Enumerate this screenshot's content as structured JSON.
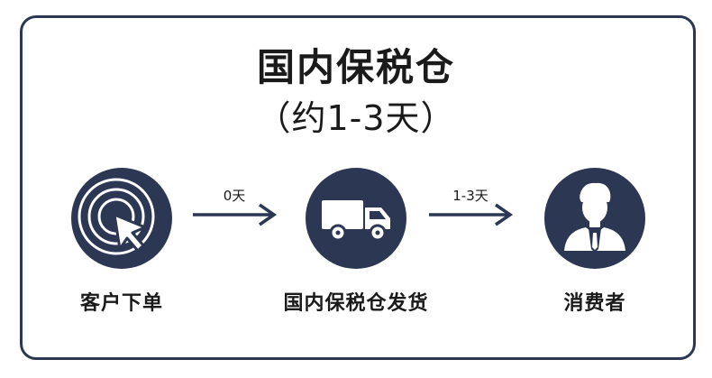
{
  "diagram": {
    "title": "国内保税仓",
    "subtitle": "（约1-3天）",
    "nodes": [
      {
        "label": "客户下单",
        "icon": "cursor-click-icon"
      },
      {
        "label": "国内保税仓发货",
        "icon": "truck-icon"
      },
      {
        "label": "消费者",
        "icon": "person-icon"
      }
    ],
    "edges": [
      {
        "label": "0天"
      },
      {
        "label": "1-3天"
      }
    ]
  },
  "colors": {
    "accent": "#2c3753",
    "text": "#1a1a1a",
    "background": "#ffffff"
  }
}
